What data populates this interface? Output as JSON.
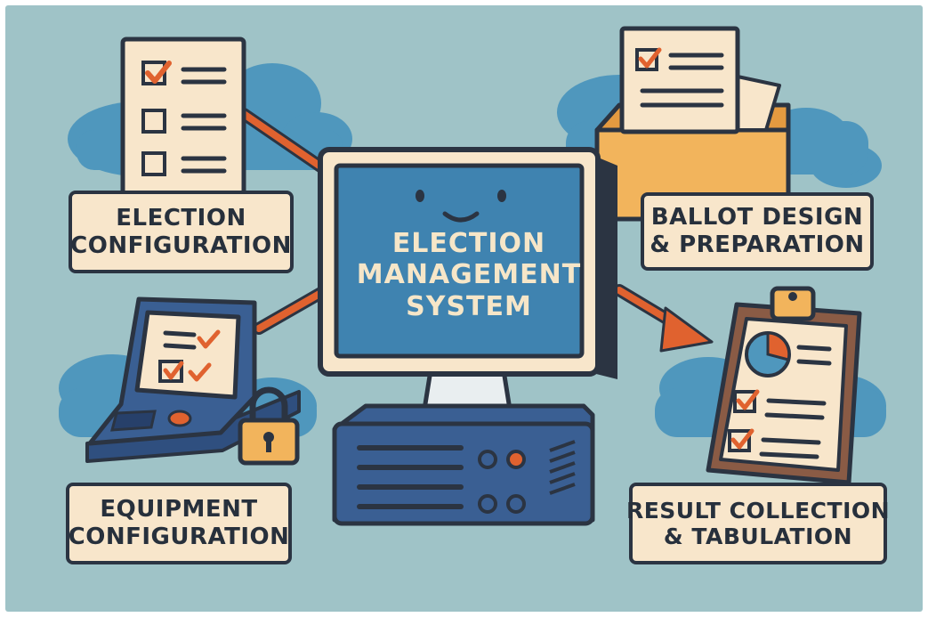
{
  "center": {
    "line1": "ELECTION",
    "line2": "MANAGEMENT",
    "line3": "SYSTEM"
  },
  "labels": {
    "election_configuration": {
      "line1": "ELECTION",
      "line2": "CONFIGURATION"
    },
    "ballot_design": {
      "line1": "BALLOT DESIGN",
      "line2": "& PREPARATION"
    },
    "equipment_configuration": {
      "line1": "EQUIPMENT",
      "line2": "CONFIGURATION"
    },
    "result_collection": {
      "line1": "RESULT COLLECTION",
      "line2": "& TABULATION"
    }
  },
  "colors": {
    "background": "#9fc3c7",
    "cloud": "#4f97bd",
    "outline": "#2b3442",
    "paper": "#f8e6cb",
    "accent_orange": "#e0622f",
    "screen_blue": "#3f83b0",
    "box_yellow": "#f2b45c",
    "navy": "#3a5f93"
  },
  "icons": [
    "checklist-icon",
    "ballot-box-icon",
    "voting-machine-icon",
    "padlock-icon",
    "clipboard-icon",
    "computer-icon",
    "arrow-icon"
  ]
}
